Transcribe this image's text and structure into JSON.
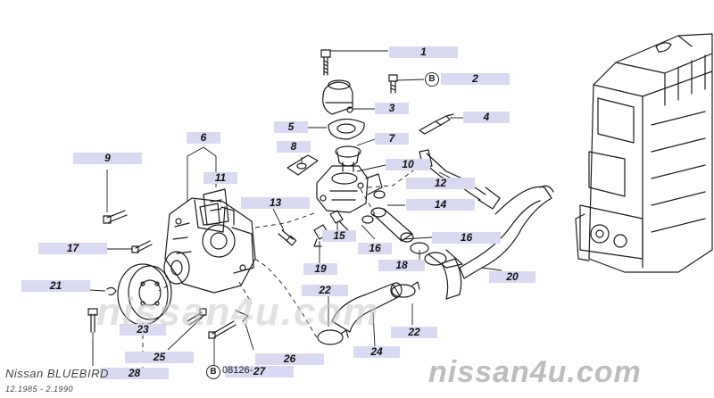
{
  "diagram": {
    "model_name": "Nissan  BLUEBIRD",
    "production_dates": "12.1985  -  2.1990",
    "watermark_center": "nissan4u.com",
    "watermark_corner": "nissan4u.com",
    "part_number_text": "08126-",
    "bolt_symbol": "B",
    "callouts": [
      "1",
      "2",
      "3",
      "4",
      "5",
      "6",
      "7",
      "8",
      "9",
      "10",
      "11",
      "12",
      "13",
      "14",
      "15",
      "16",
      "16",
      "17",
      "18",
      "19",
      "20",
      "21",
      "22",
      "22",
      "23",
      "24",
      "25",
      "26",
      "27",
      "28"
    ]
  }
}
